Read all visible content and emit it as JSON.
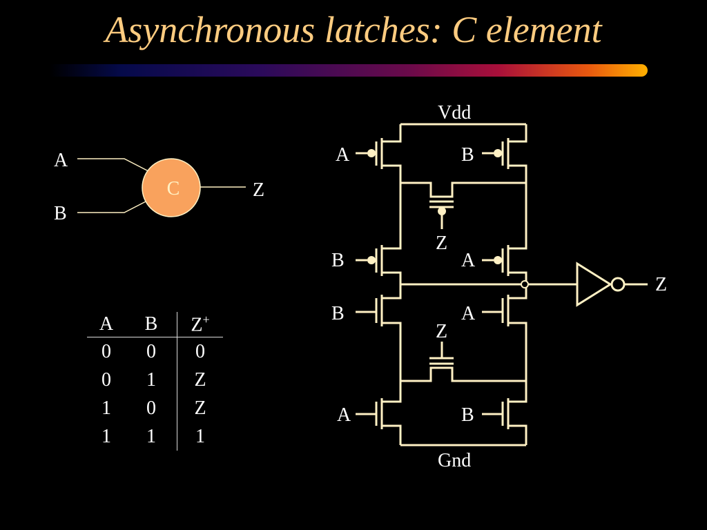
{
  "slide": {
    "title": "Asynchronous latches: C element"
  },
  "symbol": {
    "input_a": "A",
    "input_b": "B",
    "gate_label": "C",
    "output": "Z",
    "gate_color": "#F9A25D"
  },
  "truth_table": {
    "headers": [
      "A",
      "B",
      "Z",
      "+"
    ],
    "rows": [
      [
        "0",
        "0",
        "0"
      ],
      [
        "0",
        "1",
        "Z"
      ],
      [
        "1",
        "0",
        "Z"
      ],
      [
        "1",
        "1",
        "1"
      ]
    ]
  },
  "circuit": {
    "vdd": "Vdd",
    "gnd": "Gnd",
    "p1_gate": "A",
    "p2_gate": "B",
    "feedback_p": "Z",
    "p3_gate": "B",
    "p4_gate": "A",
    "n1_gate": "B",
    "n2_gate": "A",
    "feedback_n": "Z",
    "n3_gate": "A",
    "n4_gate": "B",
    "output": "Z",
    "wire_color": "#FFF1C4"
  }
}
